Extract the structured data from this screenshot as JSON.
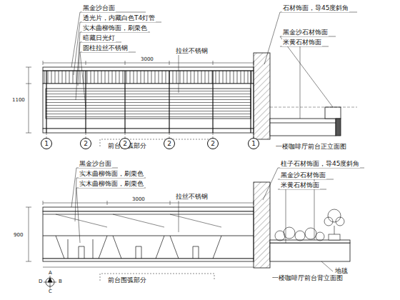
{
  "diagram": {
    "nodes": [
      {
        "text": [
          "1"
        ]
      },
      {
        "text": [
          "2"
        ]
      },
      {
        "text": [
          "2"
        ]
      },
      {
        "text": [
          "2"
        ]
      },
      {
        "text": [
          "2"
        ]
      },
      {
        "text": [
          "1"
        ]
      }
    ],
    "labels": [
      "黑金沙台面",
      "透光片，内藏白色T4灯管",
      "实木曲柳饰面，刷栗色",
      "暗藏日光灯",
      "圆柱拉丝不锈钢",
      "拉丝不锈钢",
      "石材饰面，导45度斜角",
      "黑金沙石材饰面",
      "米黄石材饰面",
      "前台围弧部分",
      "一楼咖啡厅前台正立面图",
      "黑金沙台面",
      "实木曲柳饰面，刷栗色",
      "实木曲柳饰面，刷栗色",
      "拉丝不锈钢",
      "柱子石材饰面，导45度斜角",
      "黑金沙石材饰面",
      "米黄石材饰面",
      "前台围弧部分",
      "一楼咖啡厅前台背立面图",
      "地毯",
      "A",
      "B",
      "C",
      "D",
      "1100",
      "900",
      "3000",
      "3000"
    ]
  }
}
